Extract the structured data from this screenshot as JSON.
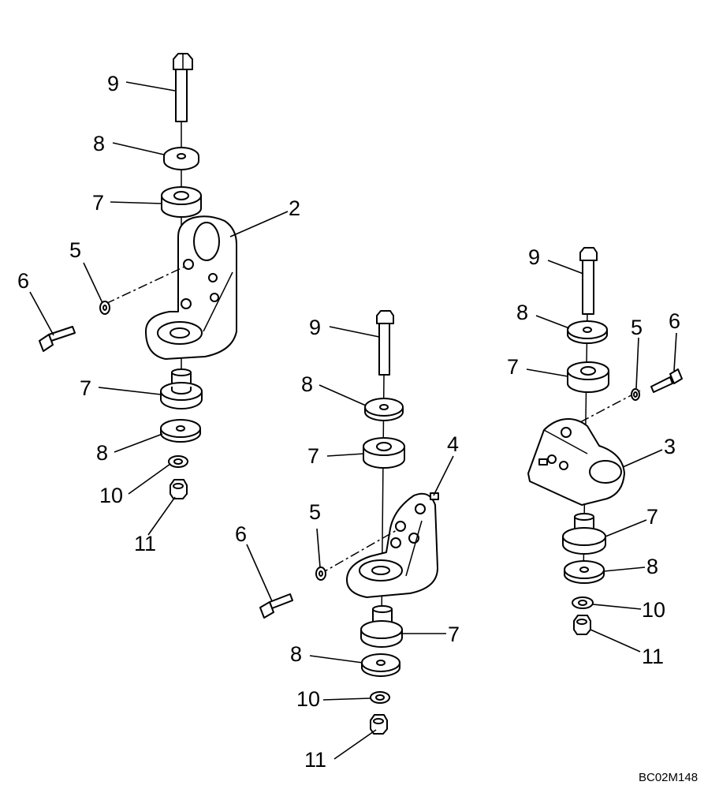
{
  "diagram": {
    "figure_id": "BC02M148",
    "callouts": {
      "left_bolt": "9",
      "left_top_washer": "8",
      "left_top_cushion": "7",
      "left_bracket": "2",
      "left_lock_washer": "5",
      "left_side_bolt": "6",
      "left_lower_cushion": "7",
      "left_lower_washer": "8",
      "left_small_washer": "10",
      "left_nut": "11",
      "center_bolt": "9",
      "center_top_washer": "8",
      "center_top_cushion": "7",
      "center_bracket": "4",
      "center_lock_washer": "5",
      "center_side_bolt": "6",
      "center_lower_cushion": "7",
      "center_lower_washer": "8",
      "center_small_washer": "10",
      "center_nut": "11",
      "right_bolt": "9",
      "right_top_washer": "8",
      "right_lock_washer": "5",
      "right_side_bolt": "6",
      "right_top_cushion": "7",
      "right_bracket": "3",
      "right_lower_cushion": "7",
      "right_lower_washer": "8",
      "right_small_washer": "10",
      "right_nut": "11"
    }
  }
}
